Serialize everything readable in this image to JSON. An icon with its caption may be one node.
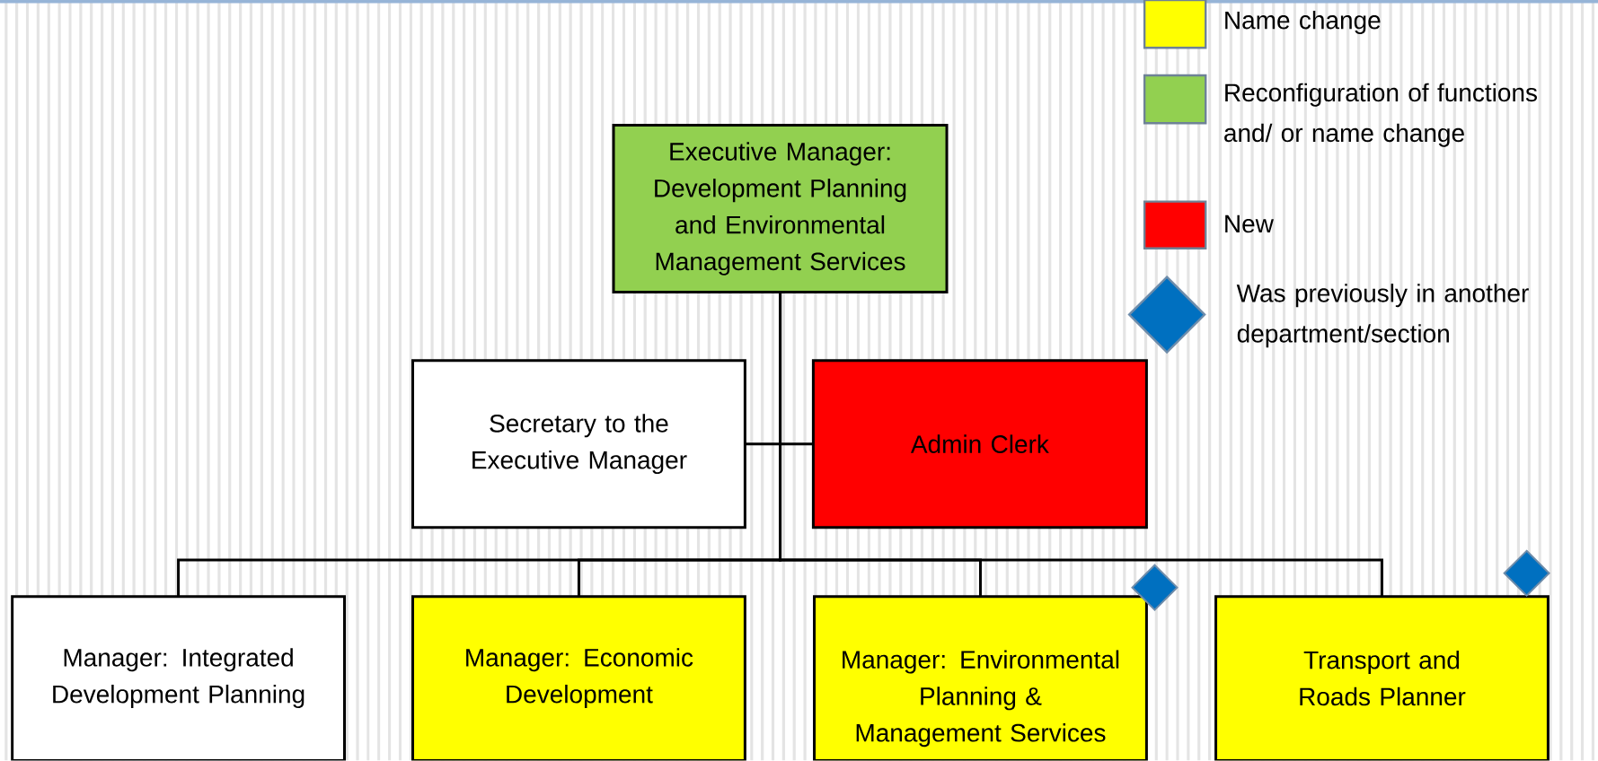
{
  "diagram": {
    "nodes": [
      {
        "text": [
          "Executive Manager: Development Planning and Environmental Management Services"
        ]
      },
      {
        "text": [
          "Secretary to the Executive Manager"
        ]
      },
      {
        "text": [
          "Admin Clerk"
        ]
      },
      {
        "text": [
          "Manager:  Integrated Development Planning"
        ]
      },
      {
        "text": [
          "Manager:  Economic Development"
        ]
      },
      {
        "text": [
          "Manager: Environmental Planning & Management Services"
        ]
      },
      {
        "text": [
          "Transport and Roads Planner"
        ]
      }
    ],
    "edges": [
      {
        "from": 0,
        "to": 1,
        "arrow": "none"
      },
      {
        "from": 0,
        "to": 2,
        "arrow": "none"
      },
      {
        "from": 0,
        "to": 3,
        "arrow": "none"
      },
      {
        "from": 0,
        "to": 4,
        "arrow": "none"
      },
      {
        "from": 0,
        "to": 5,
        "arrow": "none"
      },
      {
        "from": 0,
        "to": 6,
        "arrow": "none"
      }
    ],
    "legend": [
      {
        "text": "Name change",
        "color": "#ffff00"
      },
      {
        "text": "Reconfiguration of functions and/ or name change",
        "color": "#92d050"
      },
      {
        "text": "New",
        "color": "#ff0000"
      },
      {
        "text": "Was previously in another department/section"
      }
    ]
  }
}
